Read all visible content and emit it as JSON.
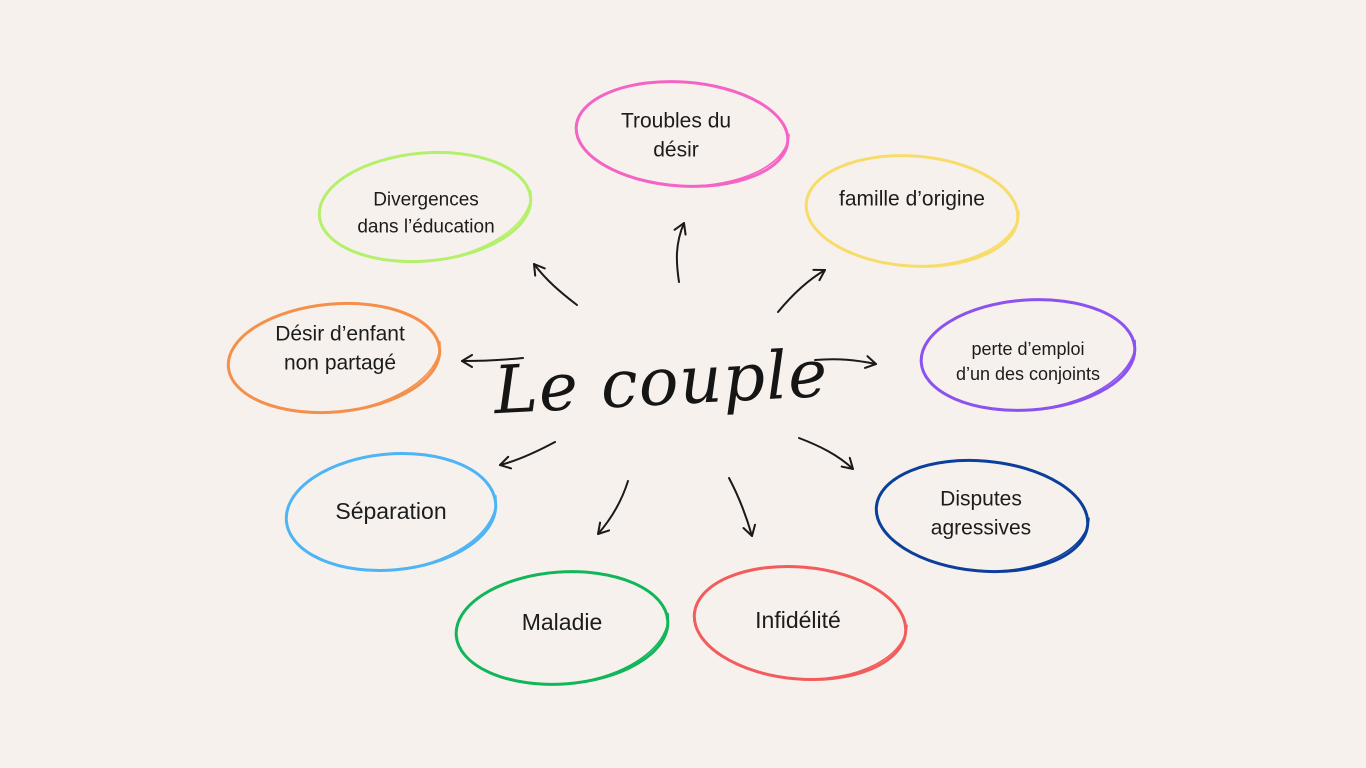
{
  "title": "Le couple",
  "nodes": [
    {
      "label": "Troubles du\ndésir",
      "color": "#f464c4"
    },
    {
      "label": "famille d’origine",
      "color": "#f8dc6a"
    },
    {
      "label": "perte d’emploi\nd’un des conjoints",
      "color": "#8c52f0"
    },
    {
      "label": "Disputes\nagressives",
      "color": "#0c3f9c"
    },
    {
      "label": "Infidélité",
      "color": "#f25c5c"
    },
    {
      "label": "Maladie",
      "color": "#12b65a"
    },
    {
      "label": "Séparation",
      "color": "#4fb4f4"
    },
    {
      "label": "Désir d’enfant\nnon partagé",
      "color": "#f4904c"
    },
    {
      "label": "Divergences\ndans l’éducation",
      "color": "#b4f06c"
    }
  ]
}
